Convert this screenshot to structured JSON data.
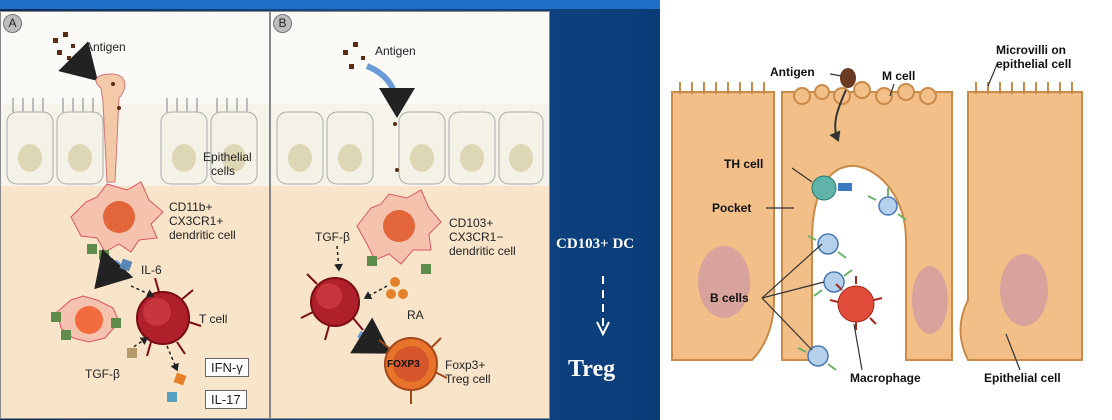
{
  "panel_a": {
    "letter": "A",
    "antigen": "Antigen",
    "epithelial_cells": [
      "Epithelial",
      "cells"
    ],
    "dc": [
      "CD11b+",
      "CX3CR1+",
      "dendritic cell"
    ],
    "il6": "IL-6",
    "t_cell": "T cell",
    "tgfb": "TGF-β",
    "ifng": "IFN-γ",
    "il17": "IL-17"
  },
  "panel_b": {
    "letter": "B",
    "antigen": "Antigen",
    "tgfb": "TGF-β",
    "dc": [
      "CD103+",
      "CX3CR1−",
      "dendritic cell"
    ],
    "ra": "RA",
    "foxp3_label": "FOXP3",
    "treg": [
      "Foxp3+",
      "Treg cell"
    ]
  },
  "middle": {
    "dc_label": "CD103+ DC",
    "treg_label": "Treg"
  },
  "right_panel": {
    "antigen": "Antigen",
    "m_cell": "M cell",
    "microvilli": [
      "Microvilli on",
      "epithelial cell"
    ],
    "th_cell": "TH cell",
    "pocket": "Pocket",
    "b_cells": "B cells",
    "macrophage": "Macrophage",
    "epithelial_cell": "Epithelial cell"
  },
  "colors": {
    "slide_blue": "#124a86",
    "accent_blue": "#1f6ec8",
    "tissue": "#f7e3c9",
    "cell_fill": "#f1bf87",
    "arrow_blue": "#6a9bd8",
    "t_cell_red": "#b0202a"
  }
}
